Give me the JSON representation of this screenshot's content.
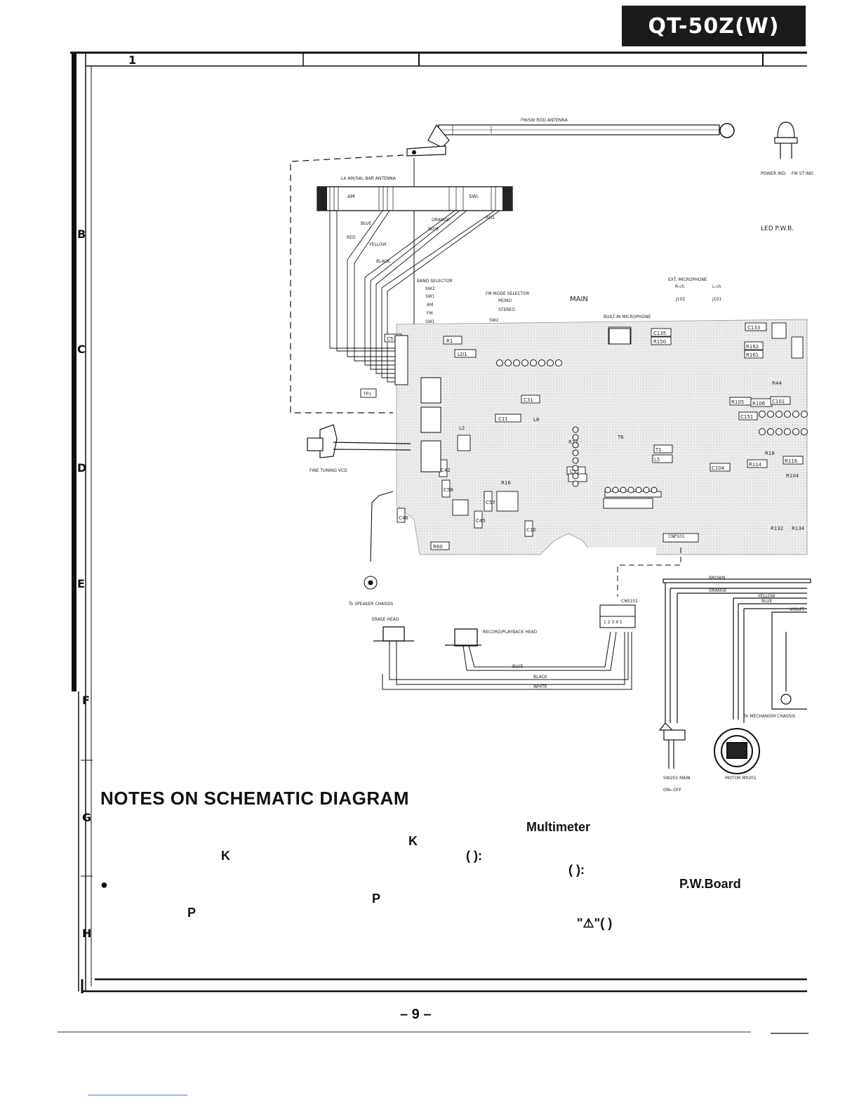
{
  "header": {
    "model": "QT-50Z(W)"
  },
  "grid": {
    "column_top": "1",
    "rows": [
      "B",
      "C",
      "D",
      "E",
      "F",
      "G",
      "H"
    ]
  },
  "antenna": {
    "rod": "FM/SW  ROD ANTENNA",
    "bar": "L4  AM/SW₁ BAR ANTENNA",
    "bar_am": "AM",
    "bar_sw": "SW₁"
  },
  "wires": [
    "BLUE",
    "RED",
    "YELLOW",
    "BLACK",
    "ORANGE",
    "BLUE",
    "RED"
  ],
  "selectors": {
    "band": "BAND SELECTOR",
    "band_positions": [
      "SW2",
      "SW1",
      "AM",
      "FM",
      "SW1"
    ],
    "fm_mode": "FM MODE SELECTOR",
    "fm_mono": "MONO",
    "fm_stereo": "STEREO",
    "fm_sw": "SW2"
  },
  "labels": {
    "main": "MAIN",
    "built_in_mic": "BUILT-IN MICROPHONE",
    "ext_mic": "EXT. MICROPHONE",
    "rch": "R-ch",
    "lch": "L-ch",
    "j102": "J102",
    "j101": "J101",
    "power_ind": "POWER IND.",
    "fm_st_ind": "FM ST IND",
    "led_pwb": "LED P.W.B.",
    "fine_tuning": "FINE TUNING VCD",
    "speaker_chassis": "To SPEAKER CHASSIS",
    "erase_head": "ERASE HEAD",
    "rec_head": "RECORD/PLAYBACK HEAD",
    "cns": "CNS101",
    "mech_chassis": "To MECHANISM CHASSIS",
    "sw201": "SW201 MAIN",
    "sw201_state": "ON←OFF",
    "motor": "MOTOR M0201",
    "tp1": "TP1",
    "cnp101": "CNP101"
  },
  "components": [
    "C51",
    "R1",
    "LD1",
    "C135",
    "R150",
    "C133",
    "R162",
    "R161",
    "R105",
    "C151",
    "R106",
    "C101",
    "C104",
    "R114",
    "R116",
    "R44",
    "R60",
    "C46",
    "C42",
    "C58",
    "C57",
    "C45",
    "C10",
    "C11",
    "C31",
    "C12",
    "R37",
    "T1",
    "T6",
    "L5",
    "L2",
    "L8",
    "R16",
    "R18",
    "R104",
    "R134",
    "R132"
  ],
  "head_wires": [
    "BLUE",
    "BLACK",
    "WHITE"
  ],
  "pad_row": "1 2 3 4 5",
  "motor_wires": [
    "BROWN",
    "ORANGE",
    "YELLOW",
    "BLUE",
    "VIOLET"
  ],
  "notes": {
    "title": "NOTES ON SCHEMATIC DIAGRAM",
    "multimeter": "Multimeter",
    "k1": "K",
    "k2": "K",
    "paren1": "(      ):",
    "paren2": "(      ):",
    "bullet": "●",
    "pwboard": "P.W.Board",
    "p1": "P",
    "p2": "P",
    "warning": "\"⚠\"(  )"
  },
  "footer": {
    "page": "– 9 –"
  }
}
